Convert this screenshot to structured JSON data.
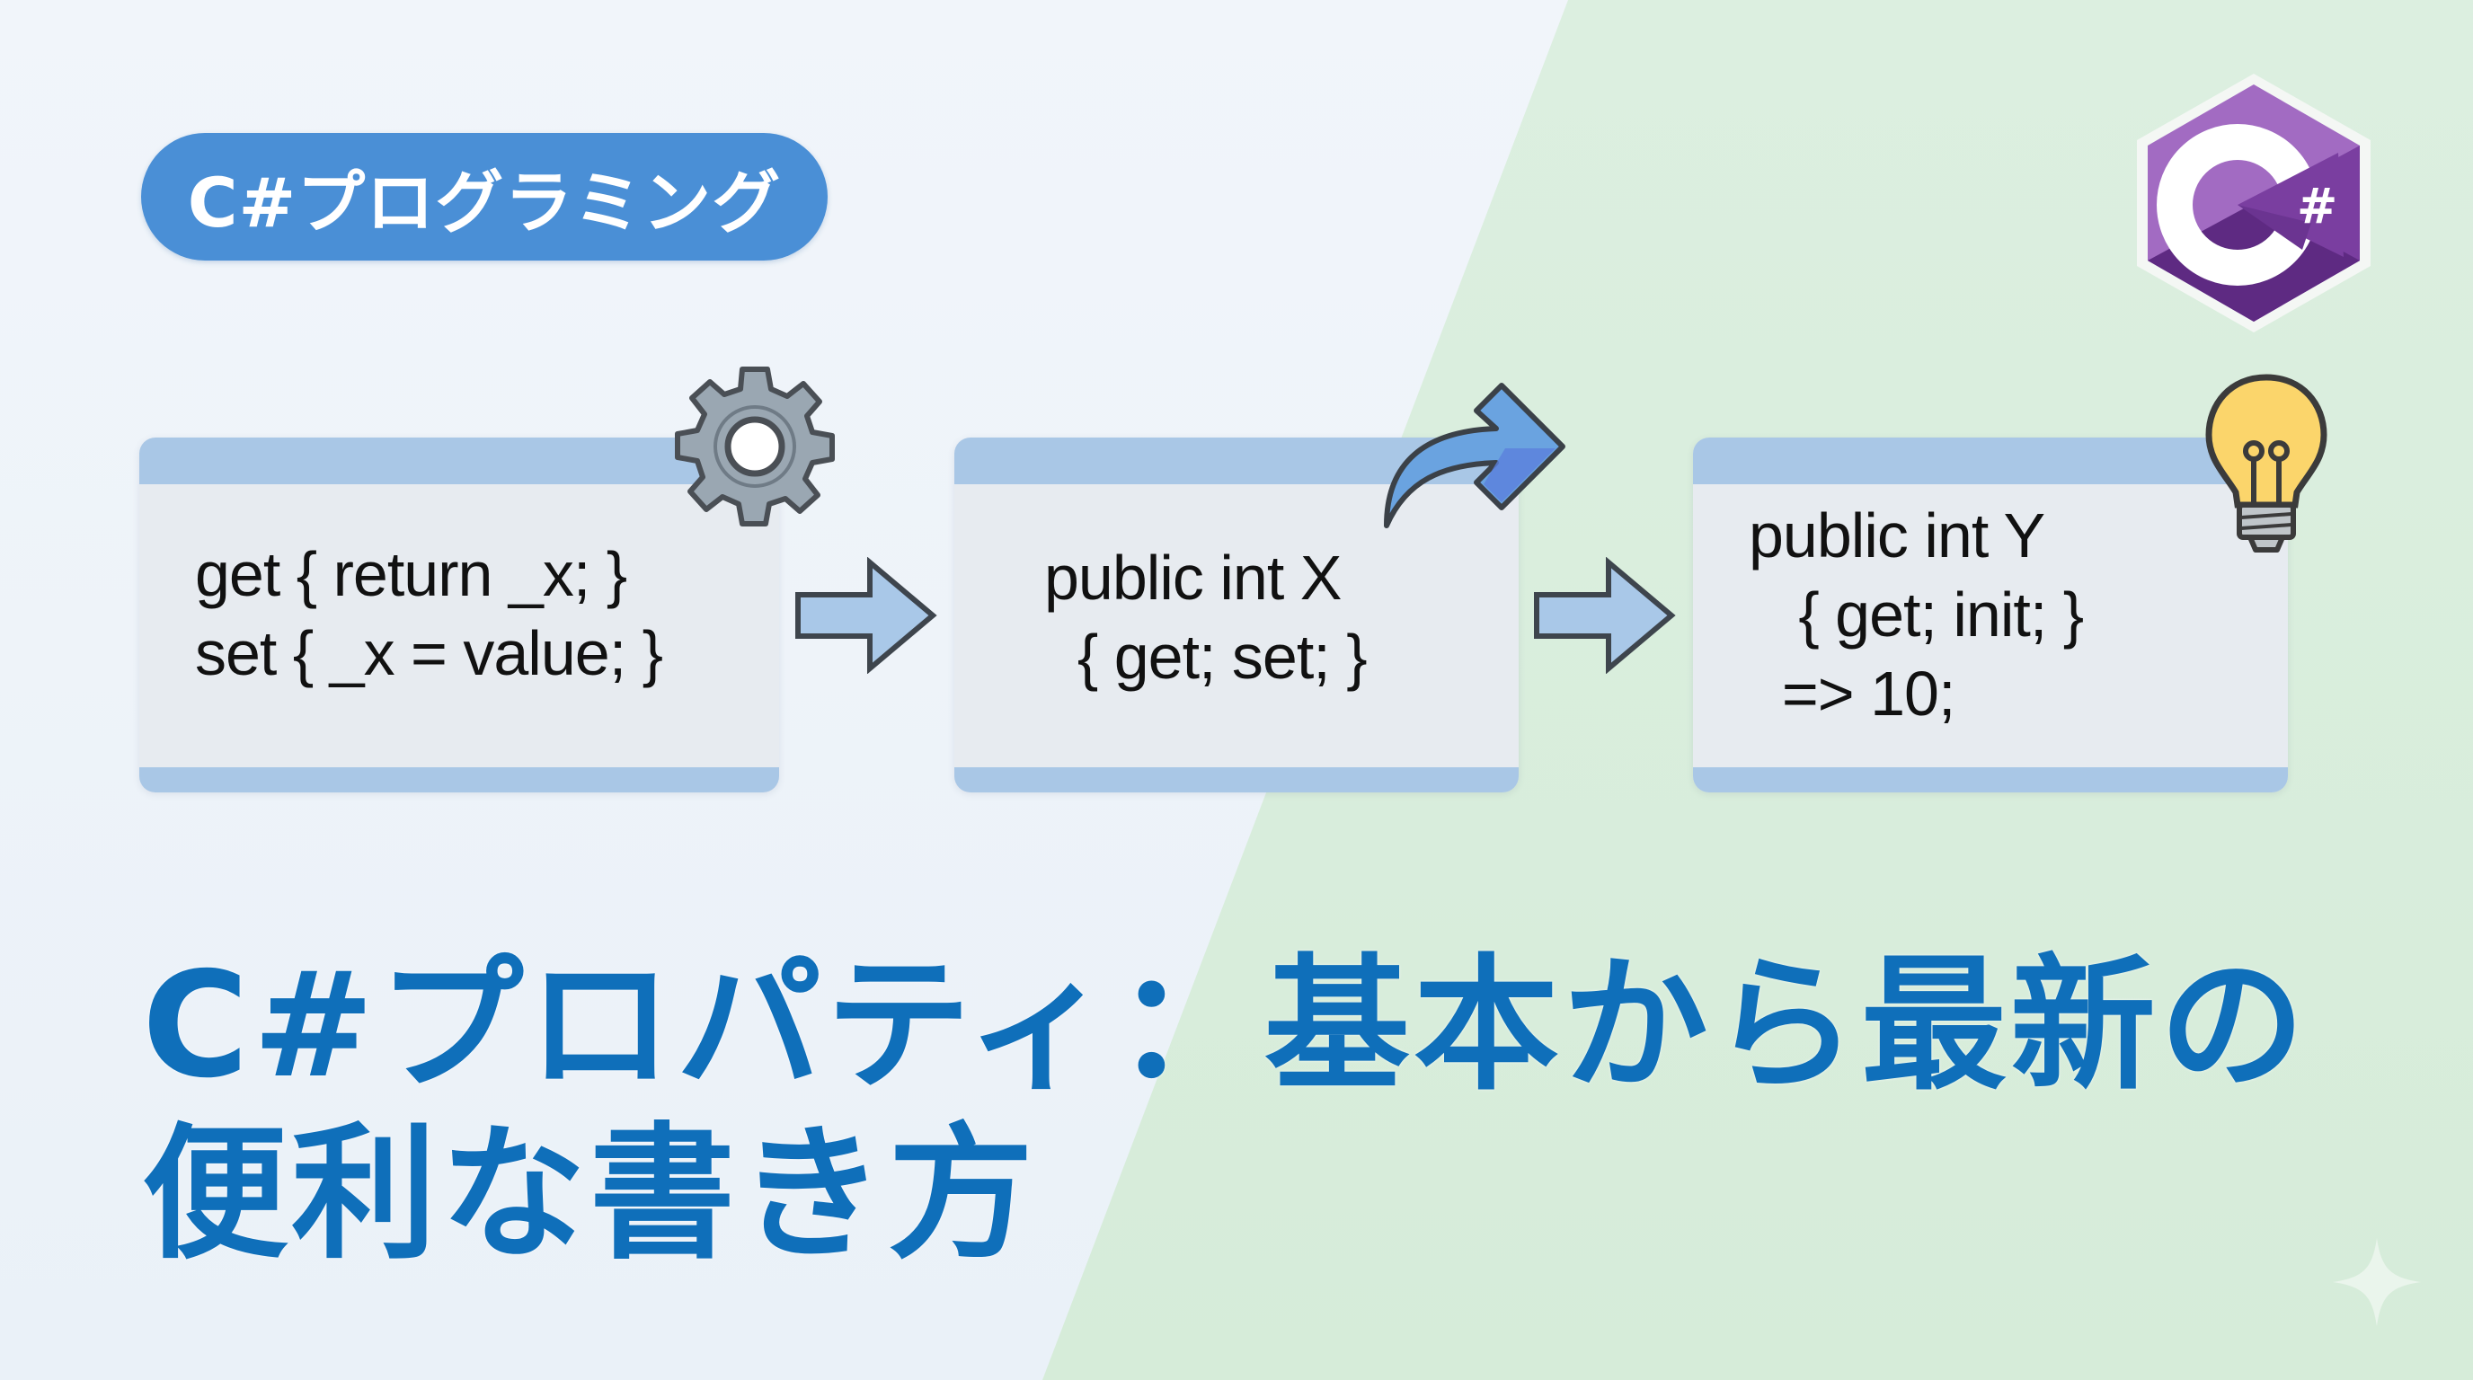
{
  "badge": {
    "label": "C#プログラミング",
    "color": "#4a8fd6"
  },
  "logo": {
    "icon": "csharp-logo-icon",
    "text": "C#",
    "hash": "#"
  },
  "cards": [
    {
      "lines": [
        "get { return _x; }",
        "set { _x = value; }"
      ],
      "decoration": "gear-icon"
    },
    {
      "lines": [
        "public int X",
        "  { get; set; }"
      ],
      "decoration": "curved-arrow-icon"
    },
    {
      "lines": [
        "public int Y",
        "   { get; init; }",
        "  => 10;"
      ],
      "decoration": "lightbulb-icon"
    }
  ],
  "flow_arrows": [
    "right-arrow-icon",
    "right-arrow-icon"
  ],
  "title": {
    "line1": "C#プロパティ：基本から最新の",
    "line2": "便利な書き方",
    "color": "#0f6fba"
  },
  "watermark": {
    "icon": "sparkle-icon"
  },
  "colors": {
    "background_left": "#eef3f9",
    "background_right": "#d8edda",
    "card_bar": "#a9c7e6",
    "card_body": "#e7ebf0",
    "logo_purple": "#9b4fb5"
  }
}
